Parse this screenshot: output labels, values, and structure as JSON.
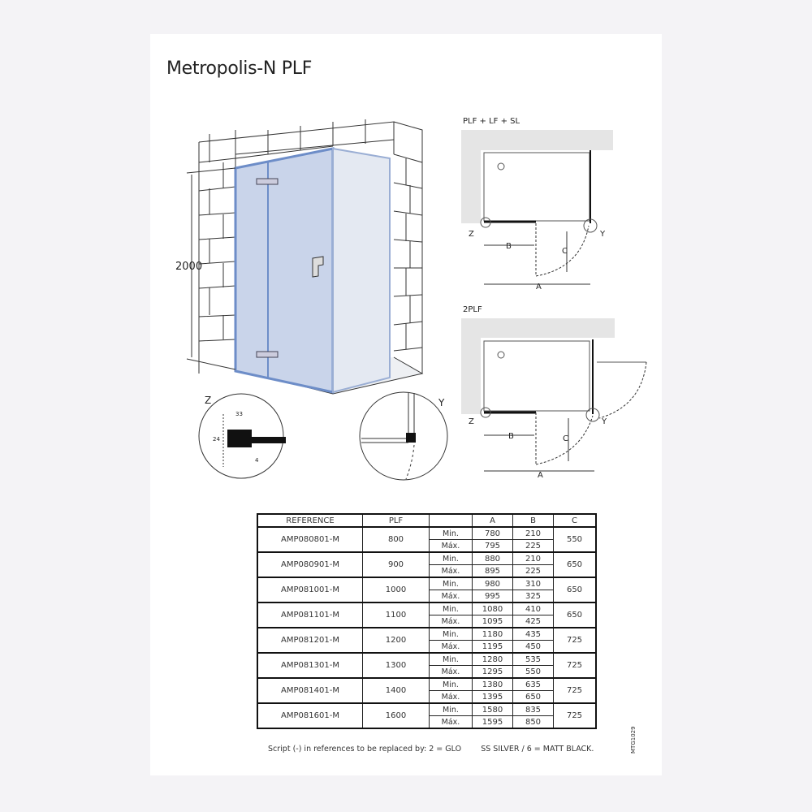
{
  "title": "Metropolis-N PLF",
  "drawing": {
    "height_label": "2000",
    "detail_z": {
      "label": "Z",
      "dim_33": "33",
      "dim_24": "24",
      "dim_4": "4"
    },
    "detail_y": {
      "label": "Y"
    },
    "plan1": {
      "title": "PLF + LF + SL",
      "z": "Z",
      "y": "Y",
      "a": "A",
      "b": "B",
      "c": "C"
    },
    "plan2": {
      "title": "2PLF",
      "z": "Z",
      "y": "Y",
      "a": "A",
      "b": "B",
      "c": "C"
    }
  },
  "table": {
    "headers": [
      "REFERENCE",
      "PLF",
      "",
      "A",
      "B",
      "C"
    ],
    "min_label": "Min.",
    "max_label": "Máx.",
    "rows": [
      {
        "ref": "AMP080801-M",
        "plf": "800",
        "a_min": "780",
        "a_max": "795",
        "b_min": "210",
        "b_max": "225",
        "c": "550"
      },
      {
        "ref": "AMP080901-M",
        "plf": "900",
        "a_min": "880",
        "a_max": "895",
        "b_min": "210",
        "b_max": "225",
        "c": "650"
      },
      {
        "ref": "AMP081001-M",
        "plf": "1000",
        "a_min": "980",
        "a_max": "995",
        "b_min": "310",
        "b_max": "325",
        "c": "650"
      },
      {
        "ref": "AMP081101-M",
        "plf": "1100",
        "a_min": "1080",
        "a_max": "1095",
        "b_min": "410",
        "b_max": "425",
        "c": "650"
      },
      {
        "ref": "AMP081201-M",
        "plf": "1200",
        "a_min": "1180",
        "a_max": "1195",
        "b_min": "435",
        "b_max": "450",
        "c": "725"
      },
      {
        "ref": "AMP081301-M",
        "plf": "1300",
        "a_min": "1280",
        "a_max": "1295",
        "b_min": "535",
        "b_max": "550",
        "c": "725"
      },
      {
        "ref": "AMP081401-M",
        "plf": "1400",
        "a_min": "1380",
        "a_max": "1395",
        "b_min": "635",
        "b_max": "650",
        "c": "725"
      },
      {
        "ref": "AMP081601-M",
        "plf": "1600",
        "a_min": "1580",
        "a_max": "1595",
        "b_min": "835",
        "b_max": "850",
        "c": "725"
      }
    ]
  },
  "note": "Script (-) in references to be replaced by: 2 = GLO        SS SILVER / 6 = MATT BLACK.",
  "doc_code": "MTG1029"
}
